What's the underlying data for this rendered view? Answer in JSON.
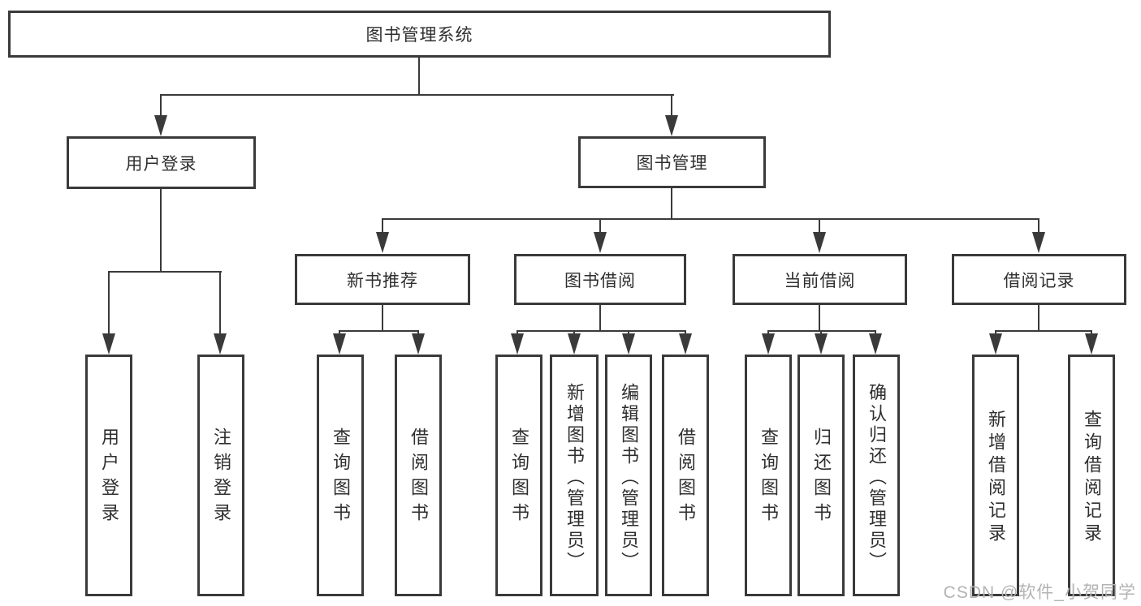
{
  "diagram": {
    "type": "hierarchy-tree",
    "root": {
      "label": "图书管理系统"
    },
    "level2": {
      "user_login": {
        "label": "用户登录"
      },
      "book_mgmt": {
        "label": "图书管理"
      }
    },
    "level3": {
      "new_books": {
        "label": "新书推荐"
      },
      "book_borrow": {
        "label": "图书借阅"
      },
      "current_borrow": {
        "label": "当前借阅"
      },
      "borrow_records": {
        "label": "借阅记录"
      }
    },
    "leaves": {
      "user_login": {
        "label": "用户登录"
      },
      "logout": {
        "label": "注销登录"
      },
      "nb_query": {
        "label": "查询图书"
      },
      "nb_borrow": {
        "label": "借阅图书"
      },
      "bb_query": {
        "label": "查询图书"
      },
      "bb_add": {
        "label": "新增图书（管理员）"
      },
      "bb_edit": {
        "label": "编辑图书（管理员）"
      },
      "bb_borrow": {
        "label": "借阅图书"
      },
      "cb_query": {
        "label": "查询图书"
      },
      "cb_return": {
        "label": "归还图书"
      },
      "cb_confirm": {
        "label": "确认归还（管理员）"
      },
      "br_add": {
        "label": "新增借阅记录"
      },
      "br_query": {
        "label": "查询借阅记录"
      }
    },
    "watermark": "CSDN @软件_小贺同学",
    "colors": {
      "line": "#3a3a3a",
      "text": "#2f2f2f",
      "watermark": "#b3b3b3",
      "background": "#ffffff"
    }
  }
}
